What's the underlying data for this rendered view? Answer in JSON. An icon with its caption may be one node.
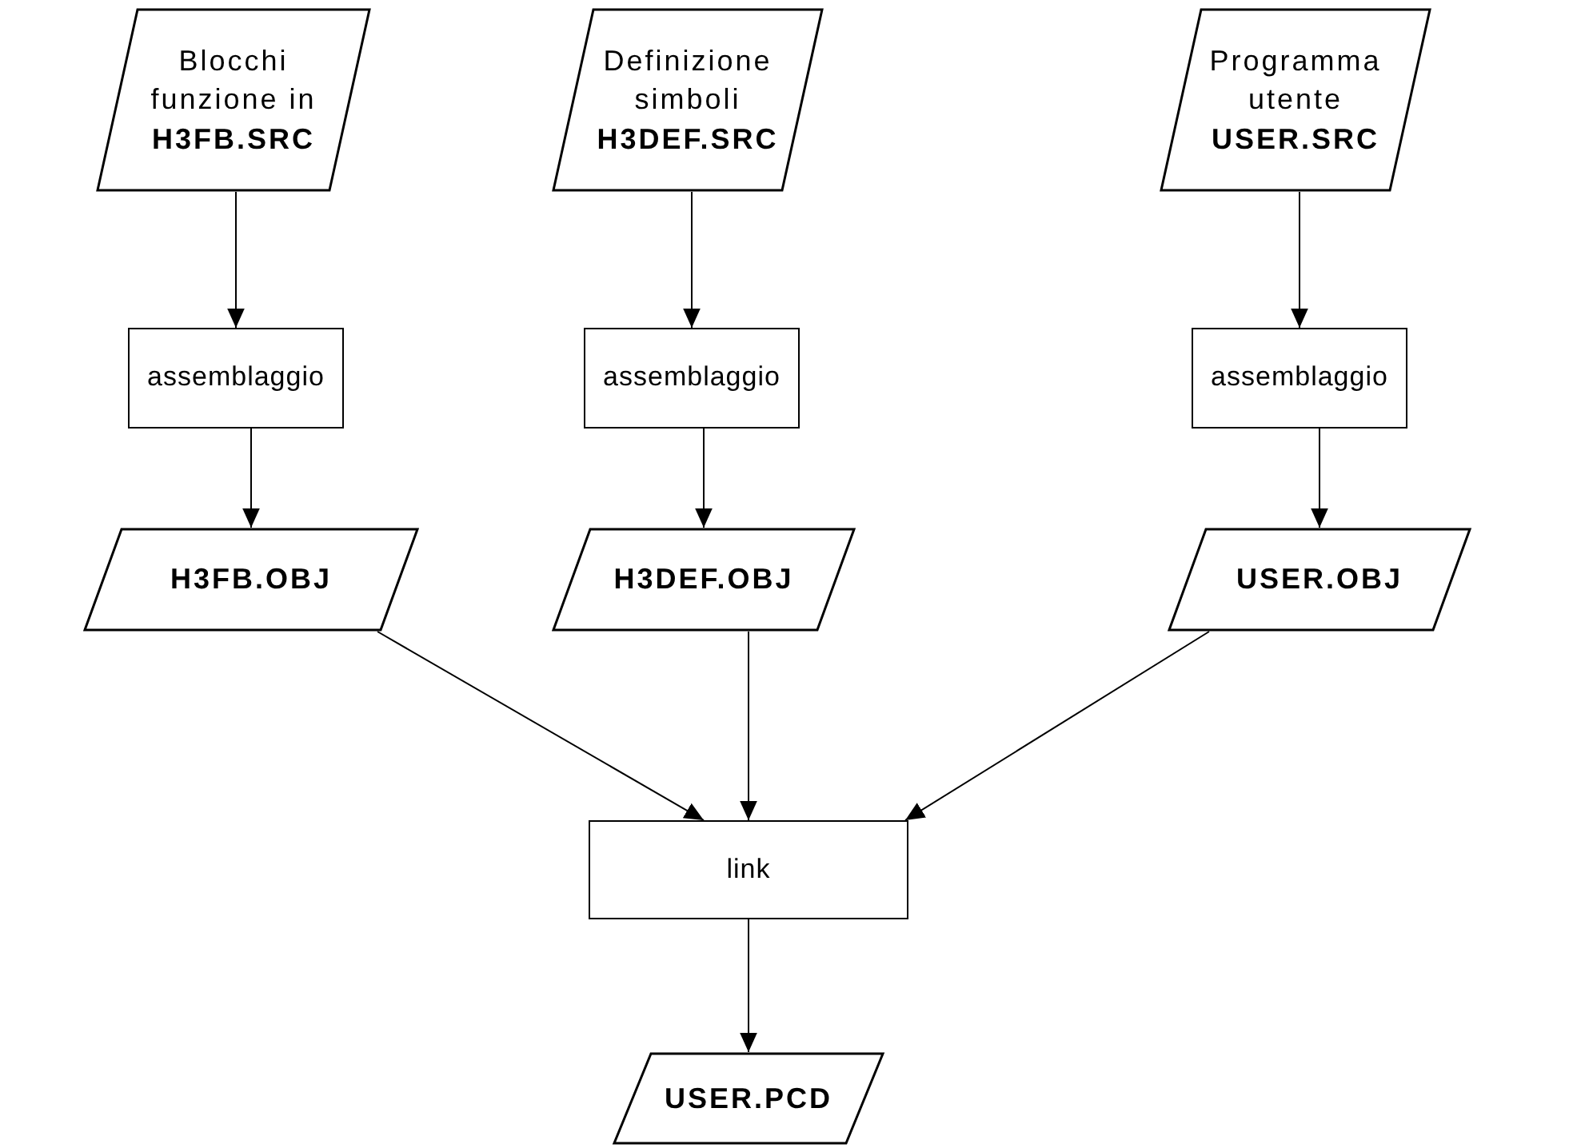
{
  "diagram": {
    "nodes": [
      {
        "text": [
          "Blocchi funzione in",
          "H3FB.SRC"
        ]
      },
      {
        "text": [
          "Definizione simboli",
          "H3DEF.SRC"
        ]
      },
      {
        "text": [
          "Programma utente",
          "USER.SRC"
        ]
      },
      {
        "text": [
          "assemblaggio"
        ]
      },
      {
        "text": [
          "assemblaggio"
        ]
      },
      {
        "text": [
          "assemblaggio"
        ]
      },
      {
        "text": [
          "H3FB.OBJ"
        ]
      },
      {
        "text": [
          "H3DEF.OBJ"
        ]
      },
      {
        "text": [
          "USER.OBJ"
        ]
      },
      {
        "text": [
          "link"
        ]
      },
      {
        "text": [
          "USER.PCD"
        ]
      }
    ],
    "edges": [
      {
        "from": 0,
        "to": 3,
        "arrow": "to"
      },
      {
        "from": 1,
        "to": 4,
        "arrow": "to"
      },
      {
        "from": 2,
        "to": 5,
        "arrow": "to"
      },
      {
        "from": 3,
        "to": 6,
        "arrow": "to"
      },
      {
        "from": 4,
        "to": 7,
        "arrow": "to"
      },
      {
        "from": 5,
        "to": 8,
        "arrow": "to"
      },
      {
        "from": 6,
        "to": 9,
        "arrow": "to"
      },
      {
        "from": 7,
        "to": 9,
        "arrow": "to"
      },
      {
        "from": 8,
        "to": 9,
        "arrow": "to"
      },
      {
        "from": 9,
        "to": 10,
        "arrow": "to"
      }
    ]
  }
}
